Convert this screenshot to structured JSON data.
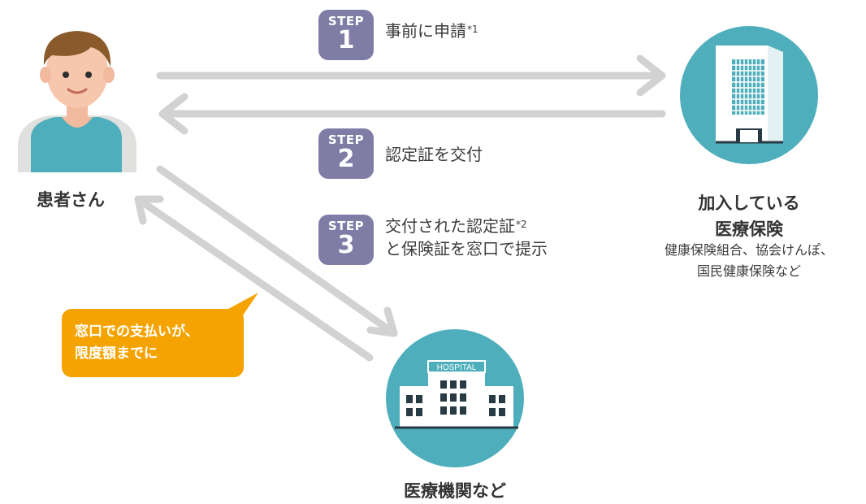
{
  "patient": {
    "label": "患者さん"
  },
  "insurer": {
    "name_line1": "加入している",
    "name_line2": "医療保険",
    "desc_line1": "健康保険組合、協会けんぽ、",
    "desc_line2": "国民健康保険など"
  },
  "hospital": {
    "label": "医療機関など",
    "sign": "HOSPITAL"
  },
  "steps": [
    {
      "word": "STEP",
      "num": "1",
      "text": "事前に申請",
      "note": "*1"
    },
    {
      "word": "STEP",
      "num": "2",
      "text": "認定証を交付",
      "note": ""
    },
    {
      "word": "STEP",
      "num": "3",
      "text": "交付された認定証",
      "note": "*2",
      "text2": "と保険証を窓口で提示"
    }
  ],
  "bubble": {
    "line1": "窓口での支払いが、",
    "line2": "限度額までに"
  },
  "colors": {
    "arrow": "#d2d2d2",
    "circle": "#4eaebc",
    "step_badge": "#7f7da6",
    "bubble": "#f5a300",
    "building_dark": "#283a44"
  }
}
